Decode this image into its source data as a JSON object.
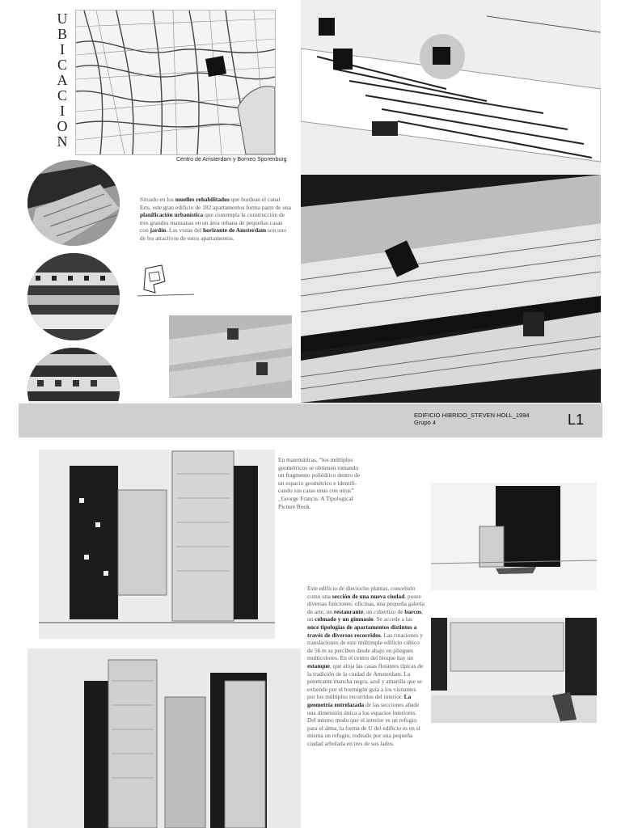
{
  "location": {
    "title_letters": [
      "U",
      "B",
      "I",
      "C",
      "A",
      "C",
      "I",
      "O",
      "N"
    ],
    "map_caption": "Centro de Amsterdam y Borneo Sporenburg"
  },
  "intro": {
    "segments": [
      {
        "t": "Situado en los ",
        "b": false
      },
      {
        "t": "muelles rehabilitados",
        "b": true
      },
      {
        "t": " que bordean el canal Erts, este gran edificio de 182 apartamentos forma parte de una ",
        "b": false
      },
      {
        "t": "planificación urbanística",
        "b": true
      },
      {
        "t": " que contempla la construcción de tres grandes manzanas en un área urbana de pequeñas casas con ",
        "b": false
      },
      {
        "t": "jardín",
        "b": true
      },
      {
        "t": ". Las vistas del ",
        "b": false
      },
      {
        "t": "horizonte de Amsterdam",
        "b": true
      },
      {
        "t": " son uno de los atractivos de estos apartamentos.",
        "b": false
      }
    ]
  },
  "footer_band": {
    "project": "EDIFICIO HIBRIDO_STEVEN HOLL_1994",
    "group": "Grupo 4",
    "sheet": "L1"
  },
  "quote": {
    "lines": [
      "En matemáticas, “los múltiplos",
      "geométricos se obtienen tomando",
      "un fragmento poliédrico dentro de",
      "un espacio geométrico e identifi-",
      "cando sus caras unas con otras”",
      "_George Francis. A Tipological",
      "Picture Book."
    ]
  },
  "description": {
    "segments": [
      {
        "t": "Este edificio de dieciocho plantas, concebido como una ",
        "b": false
      },
      {
        "t": "sección de una nueva ciudad",
        "b": true
      },
      {
        "t": ", posee diversas funciones: oficinas, una pequeña galería de arte, un ",
        "b": false
      },
      {
        "t": "restaurante",
        "b": true
      },
      {
        "t": ", un cobertizo de ",
        "b": false
      },
      {
        "t": "barcos",
        "b": true
      },
      {
        "t": ", un ",
        "b": false
      },
      {
        "t": "colmado y un gimnasio",
        "b": true
      },
      {
        "t": ". Se accede a las ",
        "b": false
      },
      {
        "t": "once tipologías de apartamentos distintos a través de diversos recorridos",
        "b": true
      },
      {
        "t": ". Las rotaciones y translaciones de este múltimple edificio cúbico de 56 m se perciben desde abajo en pliegues multicolores. En el centro del bloque hay un ",
        "b": false
      },
      {
        "t": "estanque",
        "b": true
      },
      {
        "t": ", que aloja las casas flotantes típicas de la tradición de la ciudad de Amsterdam. La penetrante mancha negra, azul y amarilla que se extiende por el hormigón guía a los visitantes por los múltiplos recorridos del interior. ",
        "b": false
      },
      {
        "t": "La geometría entrelazada",
        "b": true
      },
      {
        "t": " de las secciones añade una dimensión única a los espacios interiores.  Del mismo modo que el interior es un refugio para el alma, la forma de U del edificio es en sí misma un refugio, rodeado por una pequeña ciudad arbolada en tres de sus lados.",
        "b": false
      }
    ]
  }
}
